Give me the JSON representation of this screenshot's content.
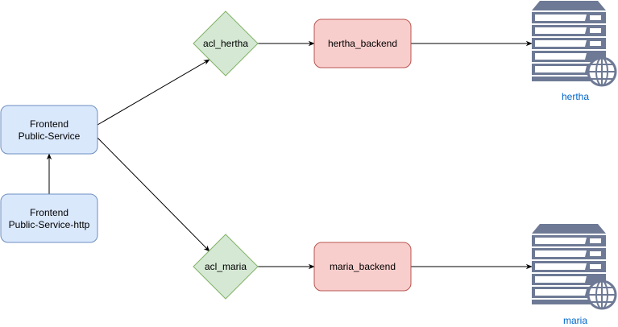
{
  "colors": {
    "frontend_fill": "#dae8fc",
    "frontend_stroke": "#6c8ebf",
    "acl_fill": "#d5e8d4",
    "acl_stroke": "#82b366",
    "backend_fill": "#f8cecc",
    "backend_stroke": "#b85450",
    "server_label": "#0066cc",
    "server_fill": "#6e7a95",
    "server_stripe": "#ffffff",
    "edge": "#000000"
  },
  "nodes": {
    "frontend_public": {
      "line1": "Frontend",
      "line2": "Public-Service"
    },
    "frontend_http": {
      "line1": "Frontend",
      "line2": "Public-Service-http"
    },
    "acl_hertha": {
      "label": "acl_hertha"
    },
    "acl_maria": {
      "label": "acl_maria"
    },
    "backend_hertha": {
      "label": "hertha_backend"
    },
    "backend_maria": {
      "label": "maria_backend"
    },
    "server_hertha": {
      "label": "hertha",
      "icon": "web-server-icon"
    },
    "server_maria": {
      "label": "maria",
      "icon": "web-server-icon"
    }
  },
  "edges": [
    {
      "from": "frontend_http",
      "to": "frontend_public"
    },
    {
      "from": "frontend_public",
      "to": "acl_hertha"
    },
    {
      "from": "frontend_public",
      "to": "acl_maria"
    },
    {
      "from": "acl_hertha",
      "to": "backend_hertha"
    },
    {
      "from": "acl_maria",
      "to": "backend_maria"
    },
    {
      "from": "backend_hertha",
      "to": "server_hertha"
    },
    {
      "from": "backend_maria",
      "to": "server_maria"
    }
  ]
}
